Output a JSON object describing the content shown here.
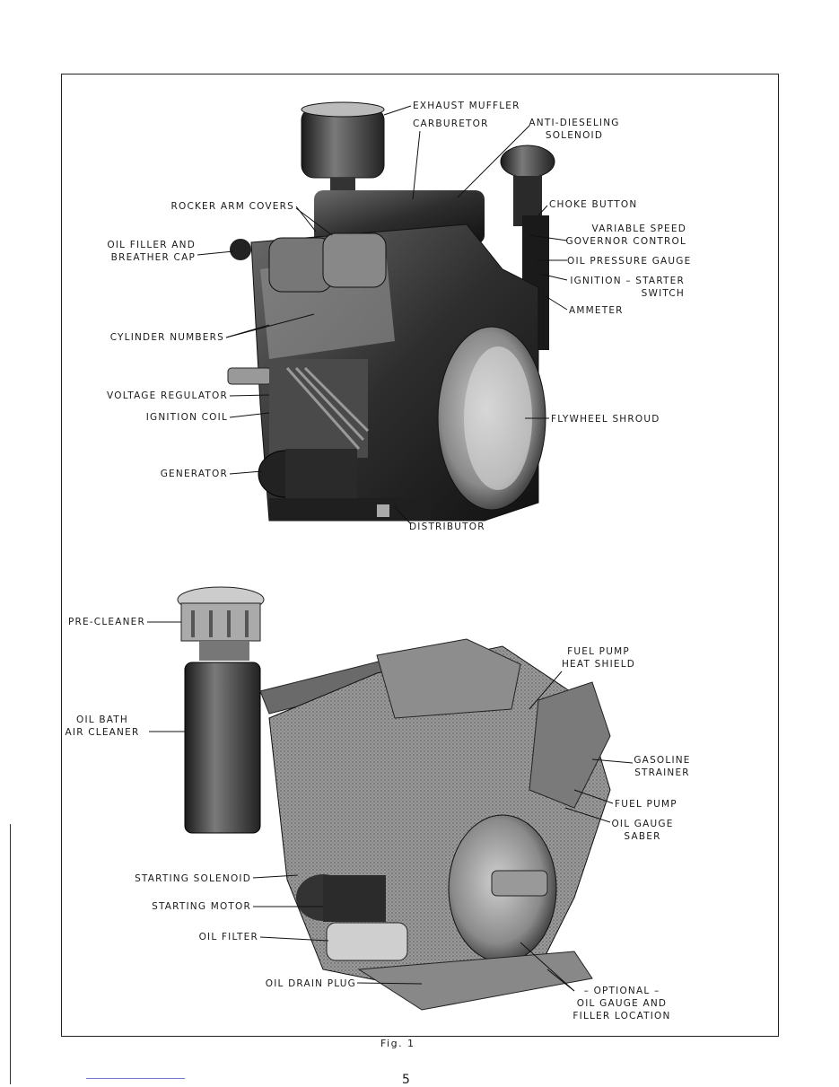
{
  "figure_caption": "Fig. 1",
  "page_number": "5",
  "top_engine_labels": {
    "exhaust_muffler": "EXHAUST MUFFLER",
    "carburetor": "CARBURETOR",
    "anti_dieseling_1": "ANTI-DIESELING",
    "anti_dieseling_2": "SOLENOID",
    "choke_button": "CHOKE BUTTON",
    "rocker_arm_covers": "ROCKER ARM COVERS",
    "variable_speed_1": "VARIABLE SPEED",
    "variable_speed_2": "GOVERNOR CONTROL",
    "oil_filler_1": "OIL FILLER AND",
    "oil_filler_2": "BREATHER CAP",
    "oil_pressure_gauge": "OIL PRESSURE GAUGE",
    "ignition_starter_1": "IGNITION – STARTER",
    "ignition_starter_2": "SWITCH",
    "ammeter": "AMMETER",
    "cylinder_numbers": "CYLINDER NUMBERS",
    "voltage_regulator": "VOLTAGE REGULATOR",
    "ignition_coil": "IGNITION COIL",
    "flywheel_shroud": "FLYWHEEL SHROUD",
    "generator": "GENERATOR",
    "distributor": "DISTRIBUTOR"
  },
  "bottom_engine_labels": {
    "pre_cleaner": "PRE-CLEANER",
    "fuel_pump_shield_1": "FUEL PUMP",
    "fuel_pump_shield_2": "HEAT SHIELD",
    "oil_bath_1": "OIL BATH",
    "oil_bath_2": "AIR CLEANER",
    "gasoline_strainer_1": "GASOLINE",
    "gasoline_strainer_2": "STRAINER",
    "fuel_pump": "FUEL PUMP",
    "oil_gauge_saber_1": "OIL GAUGE",
    "oil_gauge_saber_2": "SABER",
    "starting_solenoid": "STARTING SOLENOID",
    "starting_motor": "STARTING MOTOR",
    "oil_filter": "OIL FILTER",
    "oil_drain_plug": "OIL DRAIN PLUG",
    "optional_1": "– OPTIONAL –",
    "optional_2": "OIL GAUGE AND",
    "optional_3": "FILLER LOCATION"
  }
}
